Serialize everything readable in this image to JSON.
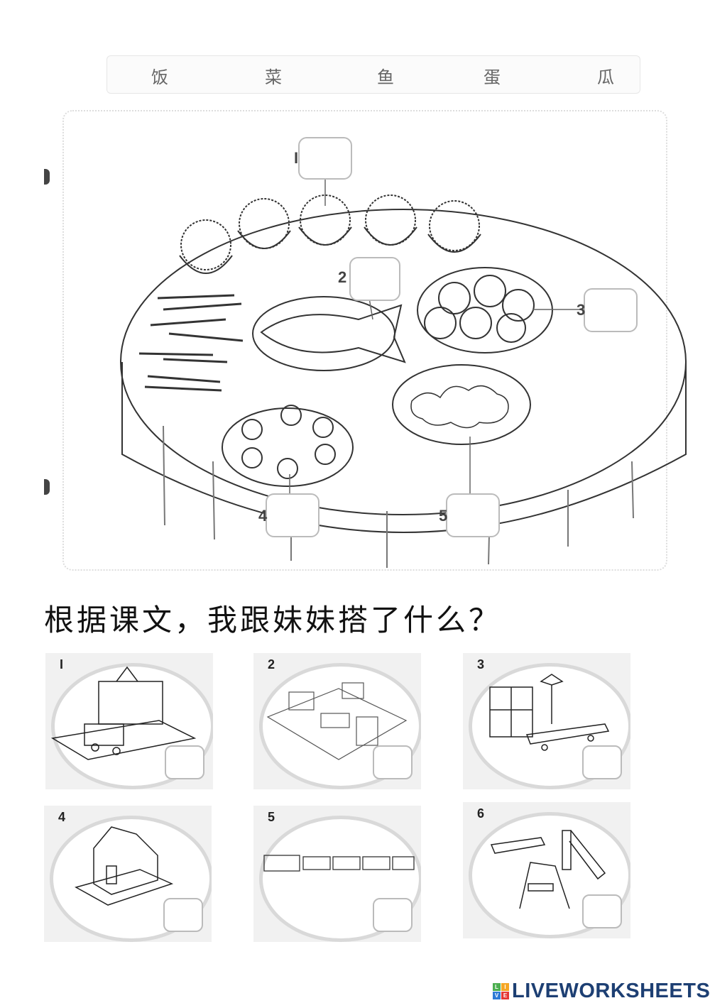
{
  "word_bank": {
    "words": [
      "饭",
      "菜",
      "鱼",
      "蛋",
      "瓜"
    ]
  },
  "scene": {
    "labels": [
      "I",
      "2",
      "3",
      "4",
      "5"
    ],
    "items": [
      {
        "number": "I",
        "depicts": "bowls of rice"
      },
      {
        "number": "2",
        "depicts": "fish on plate"
      },
      {
        "number": "3",
        "depicts": "fried eggs on plate"
      },
      {
        "number": "4",
        "depicts": "sliced cucumber on plate"
      },
      {
        "number": "5",
        "depicts": "vegetables on plate"
      }
    ]
  },
  "question": {
    "text": "根据课文，我跟妹妹搭了什么？"
  },
  "cards": [
    {
      "number": "I",
      "depicts": "building blocks school and bus"
    },
    {
      "number": "2",
      "depicts": "building blocks furniture"
    },
    {
      "number": "3",
      "depicts": "building blocks airplane and tower"
    },
    {
      "number": "4",
      "depicts": "building blocks house"
    },
    {
      "number": "5",
      "depicts": "building blocks train"
    },
    {
      "number": "6",
      "depicts": "building blocks playground"
    }
  ],
  "footer": {
    "brand": "LIVEWORKSHEETS",
    "tile_letters": [
      "L",
      "I",
      "V",
      "E"
    ],
    "tile_colors": [
      "#4caf50",
      "#f5a623",
      "#2e7bd6",
      "#e53935"
    ]
  }
}
